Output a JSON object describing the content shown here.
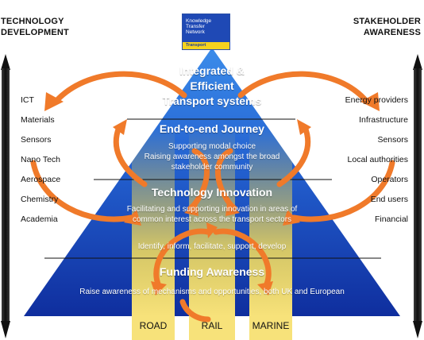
{
  "left_panel": {
    "title_line1": "TECHNOLOGY",
    "title_line2": "DEVELOPMENT",
    "items": [
      "ICT",
      "Materials",
      "Sensors",
      "Nano Tech",
      "Aerospace",
      "Chemistry",
      "Academia"
    ]
  },
  "right_panel": {
    "title_line1": "STAKEHOLDER",
    "title_line2": "AWARENESS",
    "items": [
      "Energy providers",
      "Infrastructure",
      "Sensors",
      "Local authorities",
      "Operators",
      "End users",
      "Financial"
    ]
  },
  "logo": {
    "line1": "Knowledge",
    "line2": "Transfer",
    "line3": "Network",
    "band": "Transport"
  },
  "pyramid": {
    "top": {
      "line1": "Integrated &",
      "line2": "Efficient",
      "line3": "Transport systems"
    },
    "journey": {
      "title": "End-to-end Journey",
      "sub1": "Supporting modal choice",
      "sub2": "Raising awareness amongst the broad",
      "sub3": "stakeholder community"
    },
    "innovation": {
      "title": "Technology Innovation",
      "sub1": "Facilitating and supporting innovation in areas of",
      "sub2": "common interest across the transport sectors",
      "actions": "Identify, inform, facilitate, support, develop"
    },
    "funding": {
      "title": "Funding Awareness",
      "sub1": "Raise awareness of mechanisms and opportunities, both UK and European"
    }
  },
  "modes": [
    "ROAD",
    "RAIL",
    "MARINE"
  ],
  "colors": {
    "pyramid_top": "#2f7fe0",
    "pyramid_bottom": "#1233a8",
    "column": "#f7dc4e",
    "arrow": "#f07a2a",
    "side_bar": "#1a1a1a"
  },
  "icons": {
    "side_bars": "double-headed-vertical-arrow",
    "cycles": "curved-orange-arrows"
  }
}
